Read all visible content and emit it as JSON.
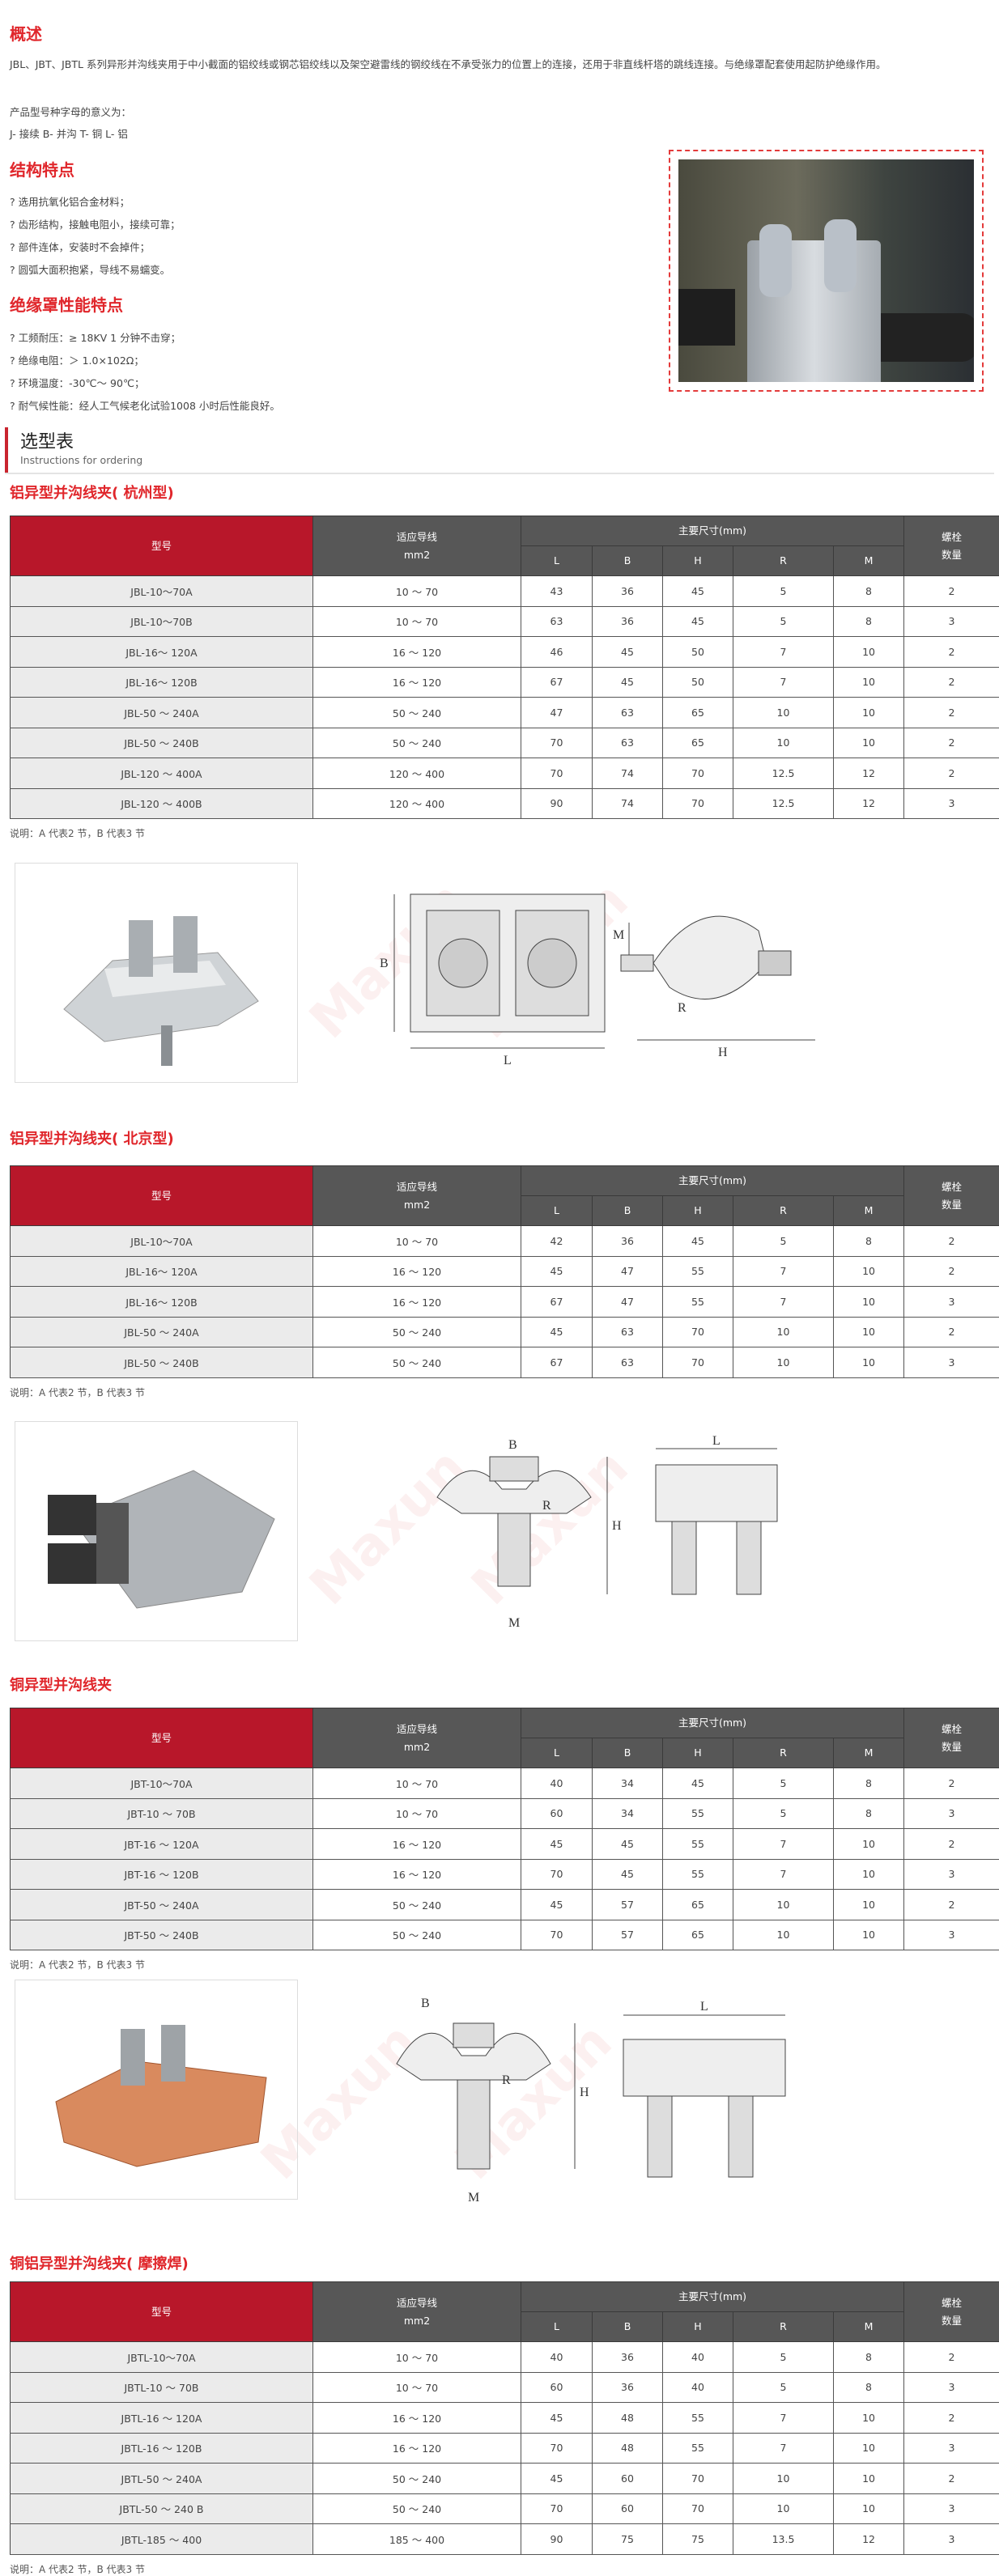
{
  "overview": {
    "title": "概述",
    "paragraph": "JBL、JBT、JBTL 系列异形并沟线夹用于中小截面的铝绞线或钢芯铝绞线以及架空避雷线的钢绞线在不承受张力的位置上的连接，还用于非直线杆塔的跳线连接。与绝缘罩配套使用起防护绝缘作用。",
    "code_intro": "产品型号种字母的意义为：",
    "code_meaning": "J- 接续 B- 并沟 T- 铜 L- 铝"
  },
  "structure": {
    "title": "结构特点",
    "items": [
      "? 选用抗氧化铝合金材料；",
      "? 齿形结构，接触电阻小，接续可靠；",
      "? 部件连体，安装时不会掉件；",
      "? 圆弧大面积抱紧，导线不易蠕变。"
    ]
  },
  "insulation": {
    "title": "绝缘罩性能特点",
    "items": [
      "? 工频耐压：≥ 18KV 1 分钟不击穿；",
      "? 绝缘电阻：＞ 1.0×102Ω；",
      "? 环境温度：-30℃～ 90℃；",
      "? 耐气候性能：经人工气候老化试验1008 小时后性能良好。"
    ]
  },
  "selection": {
    "title": "选型表",
    "subtitle": "Instructions for ordering"
  },
  "watermark": "Maxun",
  "table_headers": {
    "model": "型号",
    "wire": "适应导线",
    "wire_unit": "mm2",
    "dims": "主要尺寸(mm)",
    "cols": [
      "L",
      "B",
      "H",
      "R",
      "M"
    ],
    "bolts1": "螺栓",
    "bolts2": "数量"
  },
  "note": "说明：A 代表2 节，B 代表3 节",
  "diagram_labels": {
    "L": "L",
    "B": "B",
    "H": "H",
    "R": "R",
    "M": "M"
  },
  "tables": [
    {
      "title": "铝异型并沟线夹( 杭州型)",
      "rows": [
        [
          "JBL-10～70A",
          "10 ～ 70",
          "43",
          "36",
          "45",
          "5",
          "8",
          "2"
        ],
        [
          "JBL-10～70B",
          "10 ～ 70",
          "63",
          "36",
          "45",
          "5",
          "8",
          "3"
        ],
        [
          "JBL-16～ 120A",
          "16 ～ 120",
          "46",
          "45",
          "50",
          "7",
          "10",
          "2"
        ],
        [
          "JBL-16～ 120B",
          "16 ～ 120",
          "67",
          "45",
          "50",
          "7",
          "10",
          "2"
        ],
        [
          "JBL-50 ～ 240A",
          "50 ～ 240",
          "47",
          "63",
          "65",
          "10",
          "10",
          "2"
        ],
        [
          "JBL-50 ～ 240B",
          "50 ～ 240",
          "70",
          "63",
          "65",
          "10",
          "10",
          "2"
        ],
        [
          "JBL-120 ～ 400A",
          "120 ～ 400",
          "70",
          "74",
          "70",
          "12.5",
          "12",
          "2"
        ],
        [
          "JBL-120 ～ 400B",
          "120 ～ 400",
          "90",
          "74",
          "70",
          "12.5",
          "12",
          "3"
        ]
      ]
    },
    {
      "title": "铝异型并沟线夹( 北京型)",
      "rows": [
        [
          "JBL-10～70A",
          "10 ～ 70",
          "42",
          "36",
          "45",
          "5",
          "8",
          "2"
        ],
        [
          "JBL-16～ 120A",
          "16 ～ 120",
          "45",
          "47",
          "55",
          "7",
          "10",
          "2"
        ],
        [
          "JBL-16～ 120B",
          "16 ～ 120",
          "67",
          "47",
          "55",
          "7",
          "10",
          "3"
        ],
        [
          "JBL-50 ～ 240A",
          "50 ～ 240",
          "45",
          "63",
          "70",
          "10",
          "10",
          "2"
        ],
        [
          "JBL-50 ～ 240B",
          "50 ～ 240",
          "67",
          "63",
          "70",
          "10",
          "10",
          "3"
        ]
      ]
    },
    {
      "title": "铜异型并沟线夹",
      "rows": [
        [
          "JBT-10～70A",
          "10 ～ 70",
          "40",
          "34",
          "45",
          "5",
          "8",
          "2"
        ],
        [
          "JBT-10 ～ 70B",
          "10 ～ 70",
          "60",
          "34",
          "55",
          "5",
          "8",
          "3"
        ],
        [
          "JBT-16 ～ 120A",
          "16 ～ 120",
          "45",
          "45",
          "55",
          "7",
          "10",
          "2"
        ],
        [
          "JBT-16 ～ 120B",
          "16 ～ 120",
          "70",
          "45",
          "55",
          "7",
          "10",
          "3"
        ],
        [
          "JBT-50 ～ 240A",
          "50 ～ 240",
          "45",
          "57",
          "65",
          "10",
          "10",
          "2"
        ],
        [
          "JBT-50 ～ 240B",
          "50 ～ 240",
          "70",
          "57",
          "65",
          "10",
          "10",
          "3"
        ]
      ]
    },
    {
      "title": "铜铝异型并沟线夹( 摩擦焊)",
      "rows": [
        [
          "JBTL-10～70A",
          "10 ～ 70",
          "40",
          "36",
          "40",
          "5",
          "8",
          "2"
        ],
        [
          "JBTL-10 ～ 70B",
          "10 ～ 70",
          "60",
          "36",
          "40",
          "5",
          "8",
          "3"
        ],
        [
          "JBTL-16 ～ 120A",
          "16 ～ 120",
          "45",
          "48",
          "55",
          "7",
          "10",
          "2"
        ],
        [
          "JBTL-16 ～ 120B",
          "16 ～ 120",
          "70",
          "48",
          "55",
          "7",
          "10",
          "3"
        ],
        [
          "JBTL-50 ～ 240A",
          "50 ～ 240",
          "45",
          "60",
          "70",
          "10",
          "10",
          "2"
        ],
        [
          "JBTL-50 ～ 240 B",
          "50 ～ 240",
          "70",
          "60",
          "70",
          "10",
          "10",
          "3"
        ],
        [
          "JBTL-185 ～ 400",
          "185 ～ 400",
          "90",
          "75",
          "75",
          "13.5",
          "12",
          "3"
        ]
      ]
    }
  ]
}
